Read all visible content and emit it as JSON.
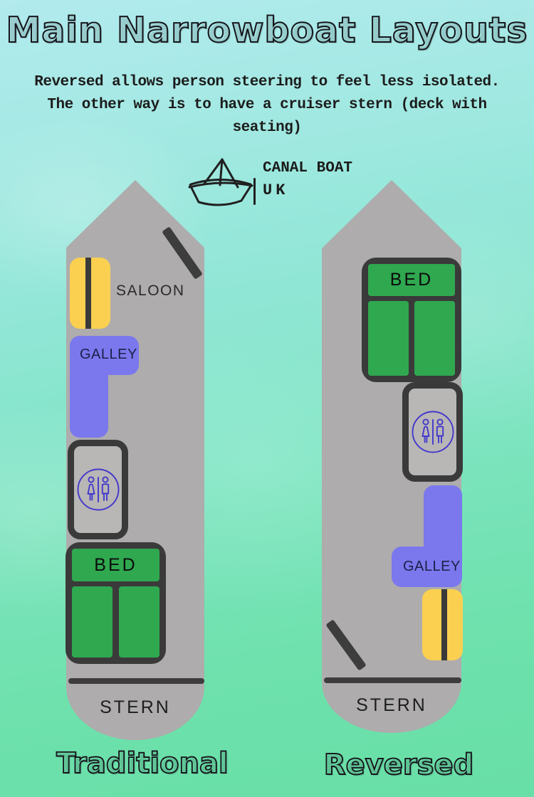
{
  "title": "Main Narrowboat Layouts",
  "subtitle": {
    "line1": "Reversed allows person steering to feel less isolated.",
    "line2": "The other way is to have a cruiser stern (deck with",
    "line3": "seating)"
  },
  "logo": {
    "brand": "CANAL BOAT",
    "region": "UK",
    "icon": "paper-boat-icon"
  },
  "boats": {
    "traditional": {
      "caption": "Traditional",
      "saloon_label": "SALOON",
      "galley_label": "GALLEY",
      "bed_label": "BED",
      "stern_label": "STERN",
      "room_order_bow_to_stern": [
        "saloon",
        "galley",
        "bathroom",
        "bed",
        "stern"
      ]
    },
    "reversed": {
      "caption": "Reversed",
      "galley_label": "GALLEY",
      "bed_label": "BED",
      "stern_label": "STERN",
      "room_order_bow_to_stern": [
        "bed",
        "bathroom",
        "galley",
        "seating",
        "stern"
      ]
    }
  },
  "icons": {
    "bathroom": "restroom-wc-icon",
    "logo": "paper-boat-icon"
  },
  "colors": {
    "hull_gray": "#aeacac",
    "bathroom_fill": "#b9b6b6",
    "saloon_yellow": "#fbd051",
    "galley_purple": "#7b78ee",
    "bed_green": "#2fa84f",
    "outline_dark": "#3a3a3a",
    "wc_icon_purple": "#4338cc",
    "galley_text_navy": "#1d2047",
    "ink": "#1b1b1b",
    "bg_top": "#b2eaee",
    "bg_mid": "#86e5cb",
    "bg_bottom": "#68dfa6"
  }
}
